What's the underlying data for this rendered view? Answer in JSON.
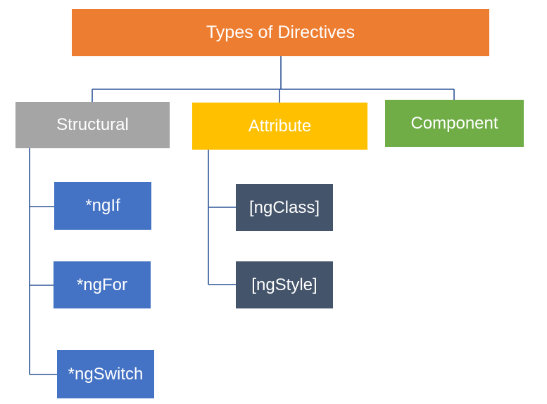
{
  "root": {
    "label": "Types of Directives",
    "color": "#ED7D31"
  },
  "categories": [
    {
      "label": "Structural",
      "color": "#A5A5A5"
    },
    {
      "label": "Attribute",
      "color": "#FFC000"
    },
    {
      "label": "Component",
      "color": "#70AD47"
    }
  ],
  "structural_items": [
    {
      "label": "*ngIf",
      "color": "#4472C4"
    },
    {
      "label": "*ngFor",
      "color": "#4472C4"
    },
    {
      "label": "*ngSwitch",
      "color": "#4472C4"
    }
  ],
  "attribute_items": [
    {
      "label": "[ngClass]",
      "color": "#44546A"
    },
    {
      "label": "[ngStyle]",
      "color": "#44546A"
    }
  ],
  "connector_color": "#2F5597"
}
